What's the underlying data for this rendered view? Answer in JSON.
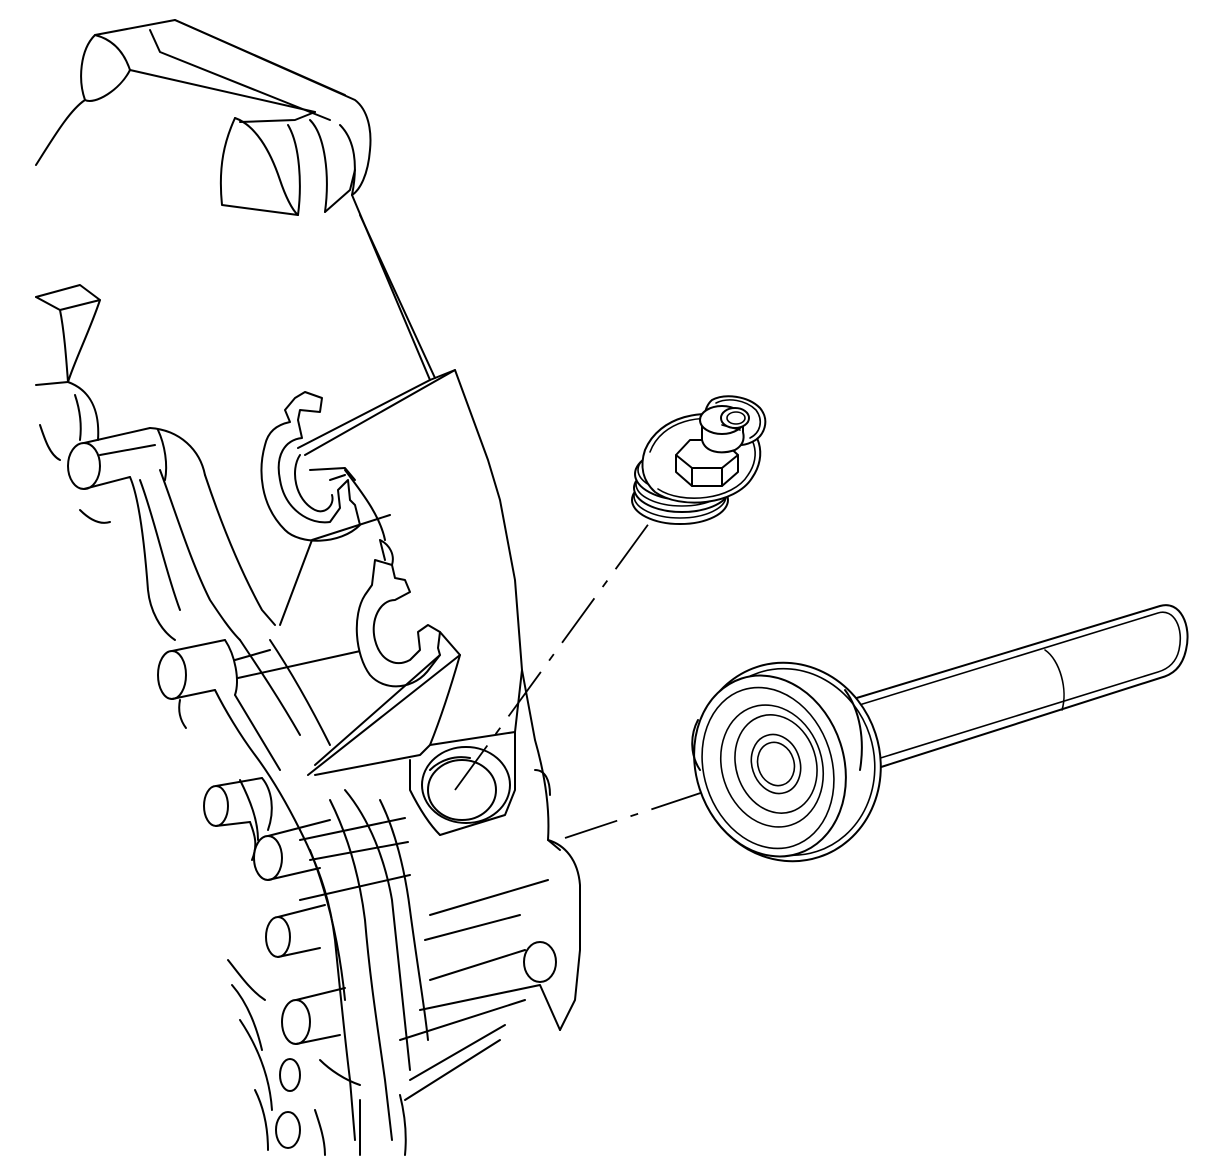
{
  "diagram": {
    "type": "technical-line-drawing",
    "components": [
      {
        "name": "transmission-case",
        "icon": "housing-casting-icon"
      },
      {
        "name": "sensor-switch",
        "icon": "threaded-sensor-icon"
      },
      {
        "name": "seal-installer-tool",
        "icon": "installer-tool-icon"
      },
      {
        "name": "sensor-bore",
        "icon": "bore-icon"
      }
    ],
    "line_color": "#000000",
    "background": "#ffffff"
  }
}
